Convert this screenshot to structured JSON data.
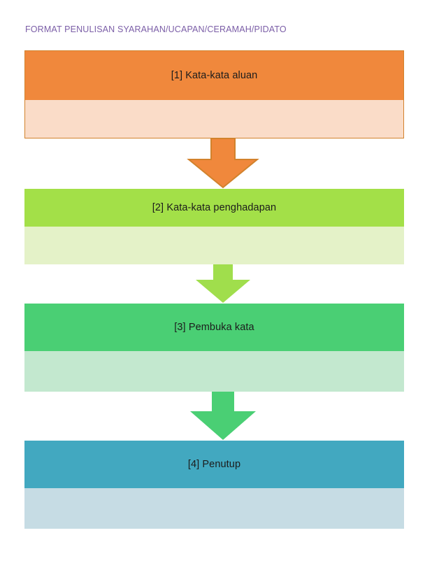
{
  "page": {
    "title": "FORMAT PENULISAN SYARAHAN/UCAPAN/CERAMAH/PIDATO",
    "title_color": "#7B5EA7",
    "background": "#FFFFFF"
  },
  "flow": {
    "type": "vertical-flowchart",
    "step_count": 4,
    "steps": [
      {
        "index": "1",
        "label": "[1] Kata-kata aluan",
        "header_color": "#F0883C",
        "body_color": "#FADCC8",
        "border_color": "#D2822C"
      },
      {
        "index": "2",
        "label": "[2] Kata-kata penghadapan",
        "header_color": "#A3E048",
        "body_color": "#E4F2C8",
        "border_color": "none"
      },
      {
        "index": "3",
        "label": "[3] Pembuka kata",
        "header_color": "#4ACF74",
        "body_color": "#C3E8CF",
        "border_color": "none"
      },
      {
        "index": "4",
        "label": "[4] Penutup",
        "header_color": "#42A8C0",
        "body_color": "#C6DCE4",
        "border_color": "none"
      }
    ],
    "connectors": [
      {
        "from": "1",
        "to": "2",
        "icon": "down-arrow-icon",
        "fill": "#F0883C",
        "stroke": "#D2822C"
      },
      {
        "from": "2",
        "to": "3",
        "icon": "down-arrow-icon",
        "fill": "#A0DE4C",
        "stroke": "none"
      },
      {
        "from": "3",
        "to": "4",
        "icon": "down-arrow-icon",
        "fill": "#4ACF74",
        "stroke": "none"
      }
    ]
  }
}
